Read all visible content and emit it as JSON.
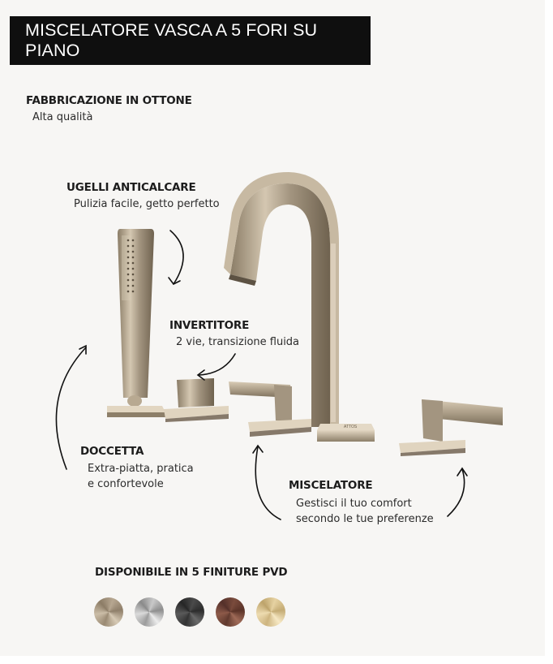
{
  "header": {
    "title": "MISCELATORE VASCA A 5 FORI SU PIANO"
  },
  "features": {
    "brass": {
      "title": "FABBRICAZIONE IN OTTONE",
      "desc": "Alta qualità"
    },
    "nozzles": {
      "title": "UGELLI ANTICALCARE",
      "desc": "Pulizia facile, getto perfetto"
    },
    "diverter": {
      "title": "INVERTITORE",
      "desc": "2 vie, transizione fluida"
    },
    "handshower": {
      "title": "DOCCETTA",
      "desc_line1": "Extra-piatta, pratica",
      "desc_line2": "e confortevole"
    },
    "mixer": {
      "title": "MISCELATORE",
      "desc_line1": "Gestisci il tuo comfort",
      "desc_line2": "secondo le tue preferenze"
    }
  },
  "finishes": {
    "title": "DISPONIBILE IN 5 FINITURE PVD",
    "swatches": [
      {
        "color": "#b7a791"
      },
      {
        "color": "#c9c9c9"
      },
      {
        "color": "#4a4a4a"
      },
      {
        "color": "#7a4b3c"
      },
      {
        "color": "#e6d2a2"
      }
    ]
  },
  "product": {
    "accent_metal": "#b3a58c",
    "spout_brand": "ATTOS"
  }
}
